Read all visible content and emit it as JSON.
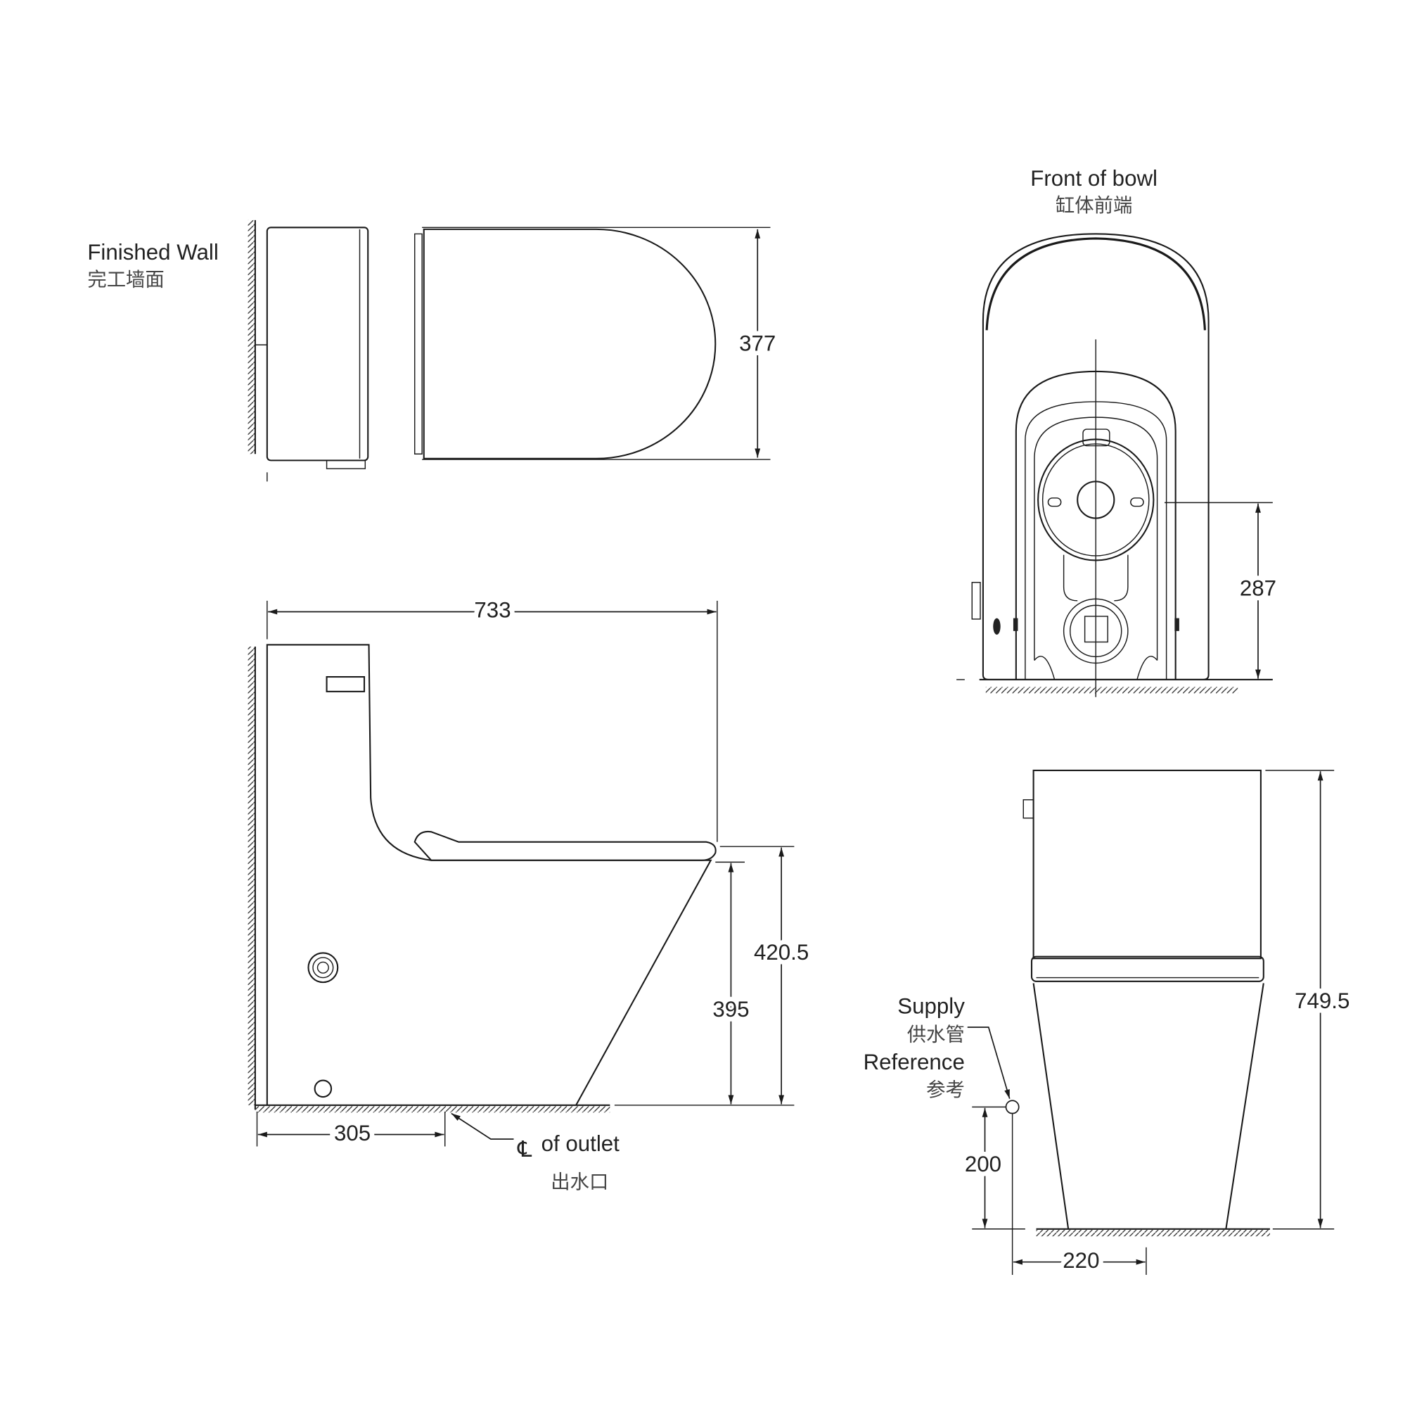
{
  "labels": {
    "finished_wall_en": "Finished Wall",
    "finished_wall_cn": "完工墙面",
    "front_of_bowl_en": "Front of bowl",
    "front_of_bowl_cn": "缸体前端",
    "outlet_symbol": "℄",
    "outlet_en": "of outlet",
    "outlet_cn": "出水口",
    "supply_en": "Supply",
    "supply_cn": "供水管",
    "reference_en": "Reference",
    "reference_cn": "参考"
  },
  "dimensions": {
    "top_depth": "377",
    "overall_length": "733",
    "seat_height": "420.5",
    "rim_height": "395",
    "outlet_distance": "305",
    "front_outlet_height": "287",
    "overall_height": "749.5",
    "supply_height": "200",
    "supply_offset": "220"
  }
}
